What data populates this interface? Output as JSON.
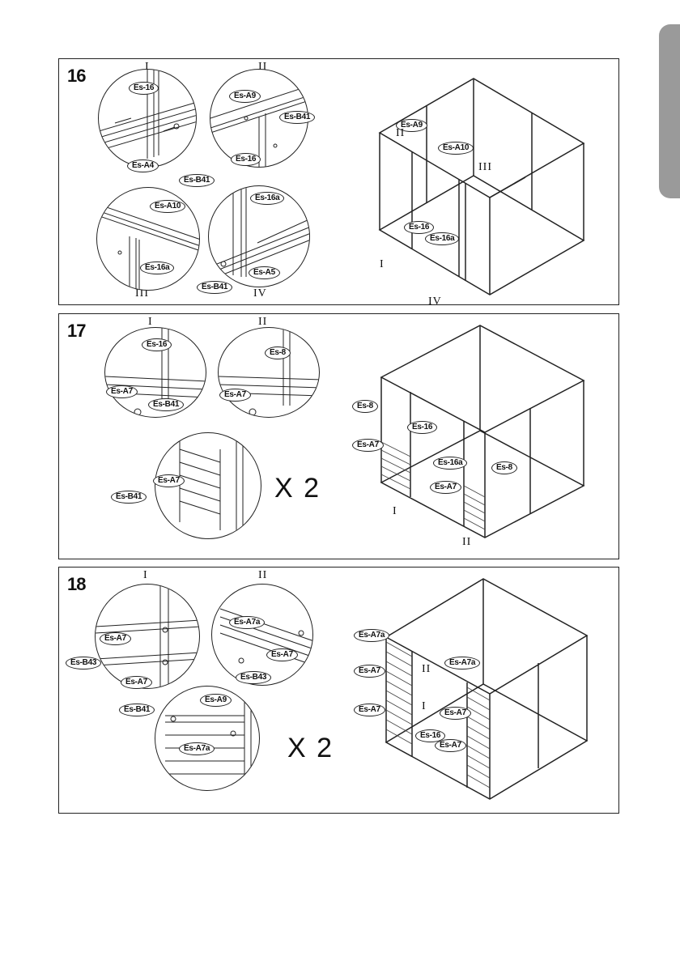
{
  "steps": [
    {
      "number": "16",
      "detail_labels": [
        "I",
        "II",
        "III",
        "IV"
      ],
      "detail_parts": {
        "I": [
          "Es-16",
          "Es-A4",
          "Es-B41"
        ],
        "II": [
          "Es-A9",
          "Es-B41",
          "Es-16"
        ],
        "III": [
          "Es-A10",
          "Es-16a"
        ],
        "IV": [
          "Es-16a",
          "Es-A5",
          "Es-B41"
        ]
      },
      "assembly_parts": [
        "Es-A9",
        "Es-A10",
        "Es-16",
        "Es-16a"
      ],
      "assembly_markers": [
        "II",
        "III",
        "I",
        "IV"
      ]
    },
    {
      "number": "17",
      "detail_labels": [
        "I",
        "II"
      ],
      "detail_parts": {
        "I": [
          "Es-16",
          "Es-A7",
          "Es-B41"
        ],
        "II": [
          "Es-8",
          "Es-A7"
        ],
        "wall": [
          "Es-A7",
          "Es-B41"
        ]
      },
      "multiplier": "X 2",
      "assembly_parts": [
        "Es-8",
        "Es-16",
        "Es-A7",
        "Es-16a",
        "Es-8",
        "Es-A7"
      ],
      "assembly_markers": [
        "I",
        "II"
      ]
    },
    {
      "number": "18",
      "detail_labels": [
        "I",
        "II"
      ],
      "detail_parts": {
        "I": [
          "Es-A7",
          "Es-B43",
          "Es-A7"
        ],
        "II": [
          "Es-A7a",
          "Es-A7",
          "Es-B43"
        ],
        "wall": [
          "Es-B41",
          "Es-A9",
          "Es-A7a"
        ]
      },
      "multiplier": "X 2",
      "assembly_parts": [
        "Es-A7a",
        "Es-A7a",
        "Es-A7",
        "Es-A7",
        "Es-A7",
        "Es-16",
        "Es-A7"
      ],
      "assembly_markers": [
        "II",
        "I"
      ]
    }
  ]
}
